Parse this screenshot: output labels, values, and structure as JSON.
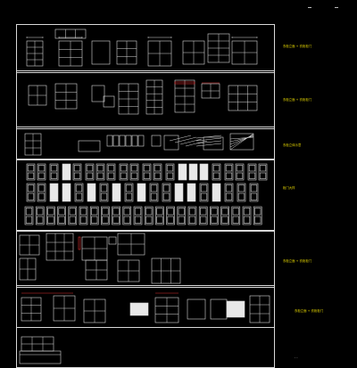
{
  "drawing": {
    "title": "CAD drawing sheet – door and cabinet elevations",
    "background": "#000000",
    "line_color": "#d8d8d8",
    "accent_line_color": "#e03030",
    "label_color": "#e8d800",
    "bands": [
      {
        "id": "band-1",
        "label": "衣柜立面 + 衣柜柜门"
      },
      {
        "id": "band-2",
        "label": "衣柜立面 + 衣柜柜门"
      },
      {
        "id": "band-3",
        "label": "衣柜立体示意"
      },
      {
        "id": "band-4",
        "label": "柜门大样"
      },
      {
        "id": "band-5",
        "label": "衣柜立面 + 衣柜柜门"
      },
      {
        "id": "band-6",
        "label": "衣柜立面 + 衣柜柜门"
      }
    ],
    "corner_mark": "- -"
  }
}
